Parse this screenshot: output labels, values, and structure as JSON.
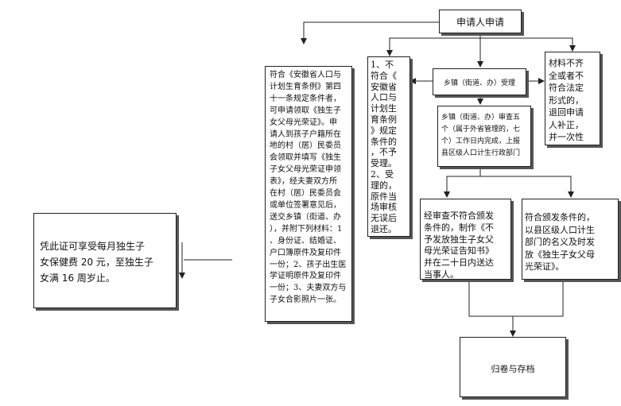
{
  "nodes": {
    "applicant": "申请人申请",
    "accept": "乡镇（街道、办）受理",
    "review": "乡镇（街道、办）审查五\n个（属于外省管理的，七\n个）工作日内完成，上报\n县区级人口计生行政部门",
    "conditions": "符合《安徽省人口与\n计划生育条例》第四\n十一条规定条件者，\n可申请领取《独生子\n女父母光荣证》。申\n请人到孩子户籍所在\n地的村（居）民委员\n会领取并填写《独生\n子女父母光荣证申领\n表》，经夫妻双方所\n在村（居）民委员会\n或单位签署意见后，\n送交乡镇（街道、办\n），并附下列材料：1\n、身份证、结婚证、\n户口簿原件及复印件\n一份；2、孩子出生医\n学证明原件及复印件\n一份；3、夫妻双方与\n子女合影照片一张。",
    "not_accepted": "1、不\n符合《\n安徽省\n人口与\n计划生\n育条例\n》规定\n条件的\n，不予\n受理。\n2、受\n理的，\n原件当\n场审核\n无误后\n退还。",
    "incomplete": "材料不齐\n全或者不\n符合法定\n形式的，\n退回申请\n人补正，\n并一次性",
    "reject": "经审查不符合颁发\n条件的，制作《不\n予发放独生子女父\n母光荣证告知书》\n并在二十日内送达\n当事人。",
    "issue": "符合颁发条件的，\n以县区级人口计生\n部门的名义及时发\n放《独生子女父母\n光荣证》。",
    "archive": "归卷与存档",
    "benefit": "凭此证可享受每月独生子\n女保健费 20 元，至独生子\n女满 16 周岁止。"
  }
}
